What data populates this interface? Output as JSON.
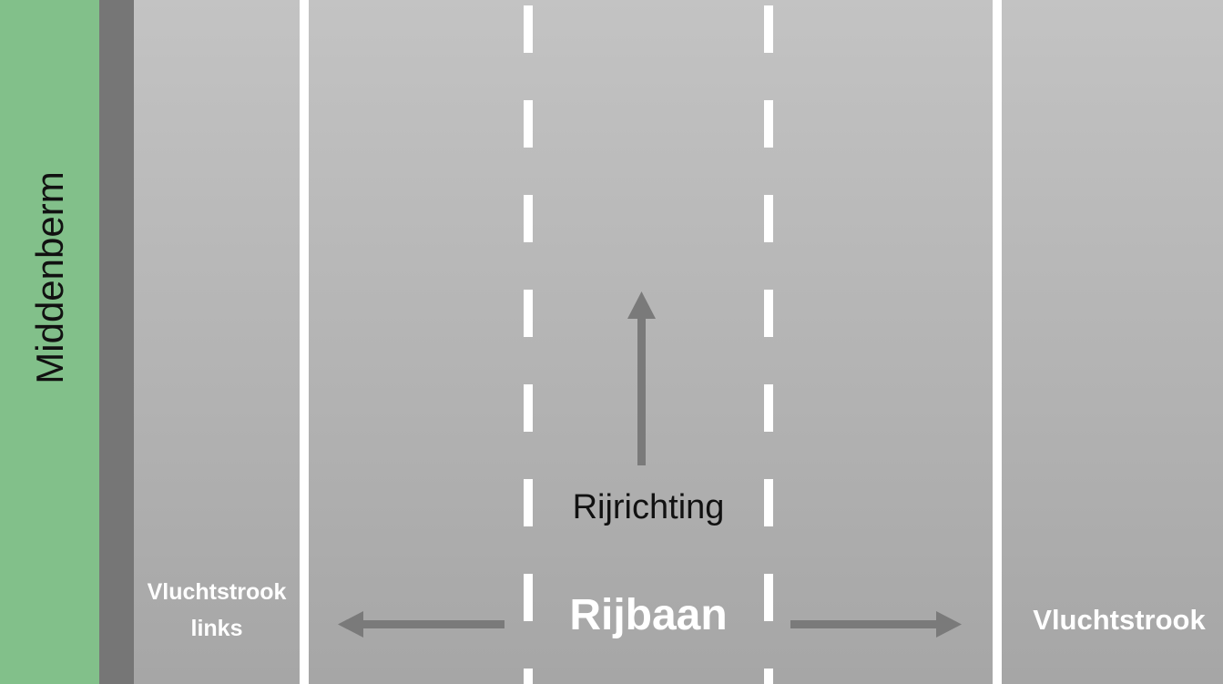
{
  "labels": {
    "median": "Middenberm",
    "shoulder_left_line1": "Vluchtstrook",
    "shoulder_left_line2": "links",
    "shoulder_right": "Vluchtstrook",
    "carriageway": "Rijbaan",
    "driving_direction": "Rijrichting"
  },
  "colors": {
    "median": "#82c08a",
    "road_top": "#c3c3c3",
    "road_bottom": "#a6a6a6",
    "marking": "#ffffff",
    "arrow": "#7a7a7a"
  },
  "icons": {
    "direction_arrow": "arrow-up-icon",
    "carriageway_extent_left": "arrow-left-icon",
    "carriageway_extent_right": "arrow-right-icon"
  }
}
